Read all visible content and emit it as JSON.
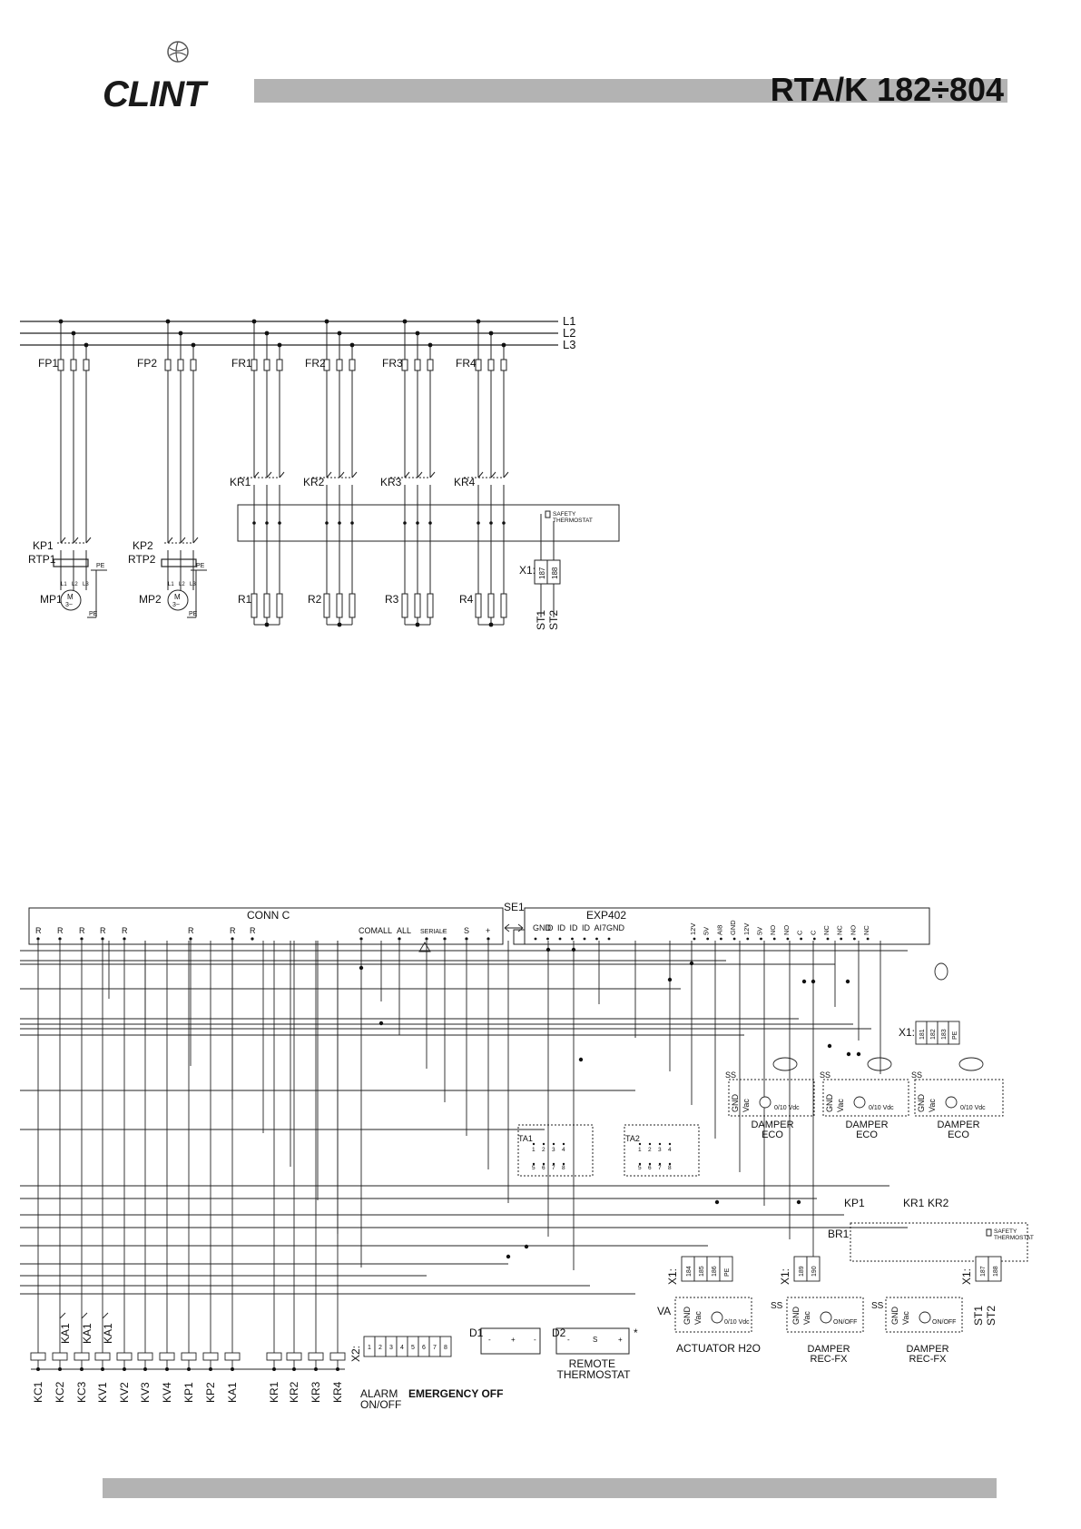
{
  "header": {
    "brand": "CLINT",
    "model": "RTA/K 182÷804"
  },
  "power": {
    "lines": [
      "L1",
      "L2",
      "L3"
    ],
    "pumps": [
      {
        "fuse": "FP1",
        "contactor": "KP1",
        "thermal": "RTP1",
        "motor": "MP1"
      },
      {
        "fuse": "FP2",
        "contactor": "KP2",
        "thermal": "RTP2",
        "motor": "MP2"
      }
    ],
    "heaters": [
      {
        "fuse": "FR1",
        "contactor": "KR1",
        "resistor": "R1"
      },
      {
        "fuse": "FR2",
        "contactor": "KR2",
        "resistor": "R2"
      },
      {
        "fuse": "FR3",
        "contactor": "KR3",
        "resistor": "R3"
      },
      {
        "fuse": "FR4",
        "contactor": "KR4",
        "resistor": "R4"
      }
    ],
    "motor_phase_labels": [
      "L1",
      "L2",
      "L3"
    ],
    "motor_symbol": "M",
    "motor_type": "3~",
    "pe": "PE",
    "safety_thermostat": "SAFETY THERMOSTAT",
    "terminal_block": "X1:",
    "terminals": [
      "187",
      "188"
    ],
    "outputs": [
      "ST1",
      "ST2"
    ]
  },
  "control": {
    "conn_c_label": "CONN C",
    "se1_label": "SE1",
    "exp402_label": "EXP402",
    "conn_c_pins": [
      "R",
      "R",
      "R",
      "R",
      "R",
      "R",
      "R",
      "R",
      "COMALL",
      "ALL",
      "SERIALE",
      "-",
      "S",
      "+"
    ],
    "exp402_pins": [
      "GND",
      "ID",
      "ID",
      "ID",
      "ID",
      "AI7",
      "GND",
      "12V",
      "5V",
      "AI8",
      "GND",
      "12V",
      "5V",
      "NO",
      "NO",
      "C",
      "C",
      "NC",
      "NC",
      "NO",
      "NC"
    ],
    "coils": [
      "KC1",
      "KC2",
      "KC3",
      "KV1",
      "KV2",
      "KV3",
      "KV4",
      "KP1",
      "KP2",
      "KA1",
      "KR1",
      "KR2",
      "KR3",
      "KR4"
    ],
    "contacts": [
      "KA1",
      "KA1",
      "KA1"
    ],
    "x2_label": "X2:",
    "x2_terminals": [
      "1",
      "2",
      "3",
      "4",
      "5",
      "6",
      "7",
      "8"
    ],
    "alarm_label": "ALARM ON/OFF",
    "emergency_label": "EMERGENCY OFF",
    "ta1_label": "TA1",
    "ta2_label": "TA2",
    "ta_terminals": [
      "1",
      "2",
      "3",
      "4",
      "5",
      "6",
      "7",
      "8"
    ],
    "d1_label": "D1",
    "d2_label": "D2",
    "remote_thermostat": "REMOTE THERMOSTAT",
    "asterisk": "*",
    "x1_label": "X1:",
    "x1_main_terminals": [
      "181",
      "182",
      "183",
      "PE"
    ],
    "dampers_eco": [
      {
        "ss": "SS",
        "pins": [
          "GND",
          "Vac"
        ],
        "signal": "0/10 Vdc",
        "label": "DAMPER ECO"
      },
      {
        "ss": "SS",
        "pins": [
          "GND",
          "Vac"
        ],
        "signal": "0/10 Vdc",
        "label": "DAMPER ECO"
      },
      {
        "ss": "SS",
        "pins": [
          "GND",
          "Vac"
        ],
        "signal": "0/10 Vdc",
        "label": "DAMPER ECO"
      }
    ],
    "br1_label": "BR1",
    "br1_contacts": [
      "KP1",
      "KR1",
      "KR2"
    ],
    "br1_safety": "SAFETY THERMOSTAT",
    "va_label": "VA",
    "actuator_terminals": [
      "184",
      "185",
      "186",
      "PE"
    ],
    "actuator_label": "ACTUATOR H2O",
    "actuator_signal": "0/10 Vdc",
    "rec_terminals": [
      "189",
      "190"
    ],
    "dampers_rec": [
      {
        "ss": "SS",
        "pins": [
          "GND",
          "Vac"
        ],
        "signal": "ON/OFF",
        "label": "DAMPER REC-FX"
      },
      {
        "ss": "SS",
        "pins": [
          "GND",
          "Vac"
        ],
        "signal": "ON/OFF",
        "label": "DAMPER REC-FX"
      }
    ],
    "st_terminals": [
      "187",
      "188"
    ],
    "st_outputs": [
      "ST1",
      "ST2"
    ]
  }
}
